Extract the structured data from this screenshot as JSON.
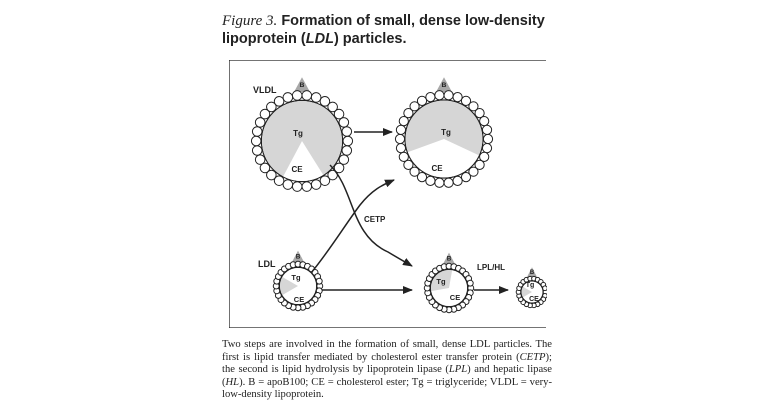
{
  "title": {
    "figure_label": "Figure 3.",
    "text": "Formation of small, dense low-density lipoprotein (LDL) particles."
  },
  "diagram": {
    "labels": {
      "vldl": "VLDL",
      "ldl": "LDL",
      "cetp": "CETP",
      "lpl_hl": "LPL/HL",
      "b": "B",
      "tg": "Tg",
      "ce": "CE"
    }
  },
  "caption": {
    "text": "Two steps are involved in the formation of small, dense LDL particles. The first is lipid transfer mediated by cholesterol ester transfer protein (CETP); the second is lipid hydrolysis by lipoprotein lipase (LPL) and hepatic lipase (HL). B = apoB100; CE = cholesterol ester; Tg = triglyceride; VLDL = very-low-density lipoprotein."
  },
  "colors": {
    "core_fill": "#d6d6d6",
    "apob_fill": "#a8a8a8",
    "line": "#222222"
  }
}
